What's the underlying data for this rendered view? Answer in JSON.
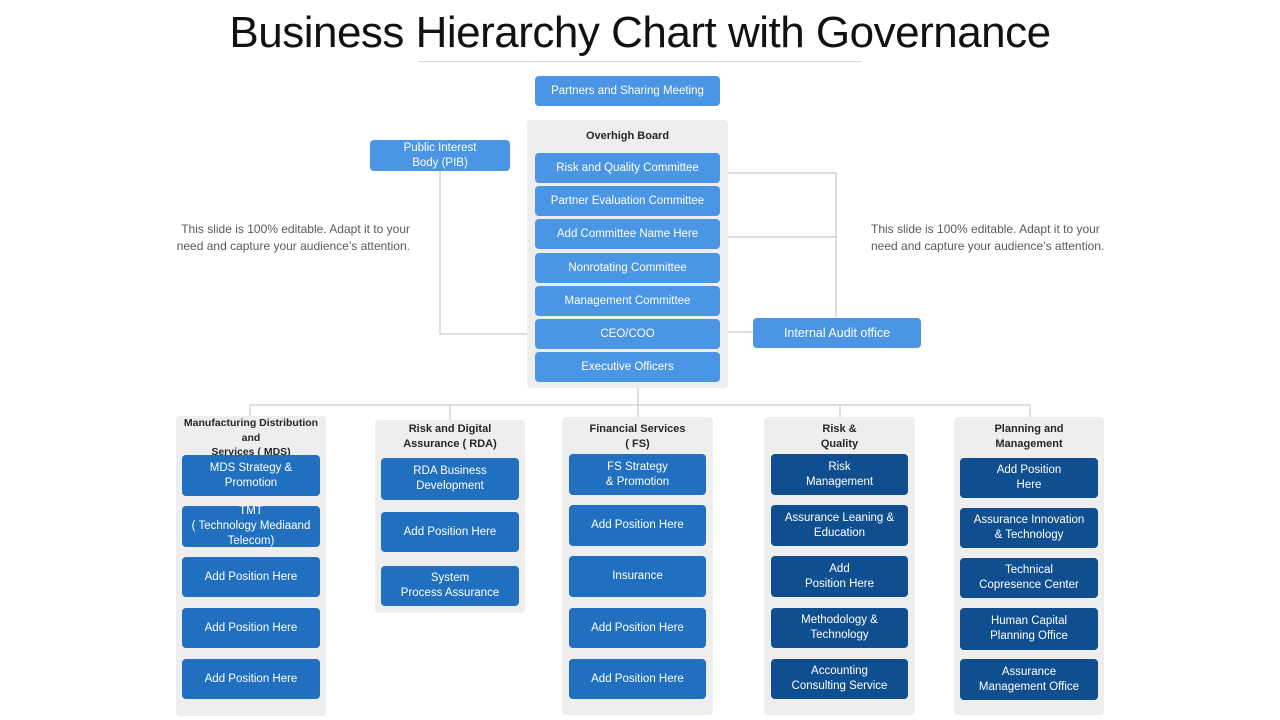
{
  "title": "Business Hierarchy Chart with Governance",
  "top_meeting": "Partners and Sharing Meeting",
  "pib": "Public Interest\nBody (PIB)",
  "board": {
    "title": "Overhigh Board",
    "items": [
      "Risk and Quality Committee",
      "Partner Evaluation Committee",
      "Add Committee Name Here",
      "Nonrotating Committee",
      "Management Committee",
      "CEO/COO",
      "Executive Officers"
    ]
  },
  "internal_audit": "Internal Audit office",
  "notes": {
    "left": "This slide is 100% editable. Adapt it to your need and capture your audience’s attention.",
    "right": "This slide is 100% editable. Adapt it to your need and capture your audience’s attention."
  },
  "departments": [
    {
      "title": "Manufacturing  Distribution\nand\nServices ( MDS)",
      "items": [
        "MDS Strategy &\nPromotion",
        "TMT\n( Technology Mediaand\nTelecom)",
        "Add Position Here",
        "Add Position Here",
        "Add Position Here"
      ]
    },
    {
      "title": "Risk and Digital\nAssurance ( RDA)",
      "items": [
        "RDA Business\nDevelopment",
        "Add Position Here",
        "System\nProcess Assurance"
      ]
    },
    {
      "title": "Financial Services\n( FS)",
      "items": [
        "FS Strategy\n& Promotion",
        "Add Position Here",
        "Insurance",
        "Add Position Here",
        "Add Position Here"
      ]
    },
    {
      "title": "Risk &\nQuality",
      "items": [
        "Risk\nManagement",
        "Assurance Leaning &\nEducation",
        "Add\nPosition Here",
        "Methodology &\nTechnology",
        "Accounting\nConsulting Service"
      ]
    },
    {
      "title": "Planning and\nManagement",
      "items": [
        "Add Position\nHere",
        "Assurance Innovation\n& Technology",
        "Technical\nCopresence Center",
        "Human Capital\nPlanning Office",
        "Assurance\nManagement Office"
      ]
    }
  ],
  "colors": {
    "light_blue": "#4a95e4",
    "mid_blue": "#2070bf",
    "dark_blue": "#0f4f8f",
    "panel_gray": "#eeeeee",
    "connector": "#bfbfbf"
  }
}
